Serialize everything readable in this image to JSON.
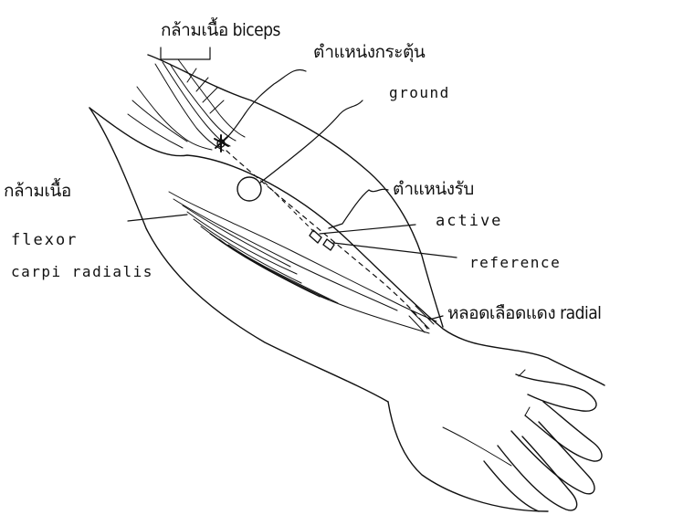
{
  "labels": {
    "biceps": "กล้ามเนื้อ biceps",
    "stim_site": "ตำแหน่งกระตุ้น",
    "ground": "ground",
    "recording_site": "ตำแหน่งรับ",
    "muscle_thai": "กล้ามเนื้อ",
    "flexor": "flexor",
    "carpi_radialis": "carpi radialis",
    "active": "active",
    "reference": "reference",
    "radial_artery": "หลอดเลือดแดง radial"
  },
  "colors": {
    "ink": "#111111",
    "paper": "#ffffff"
  }
}
